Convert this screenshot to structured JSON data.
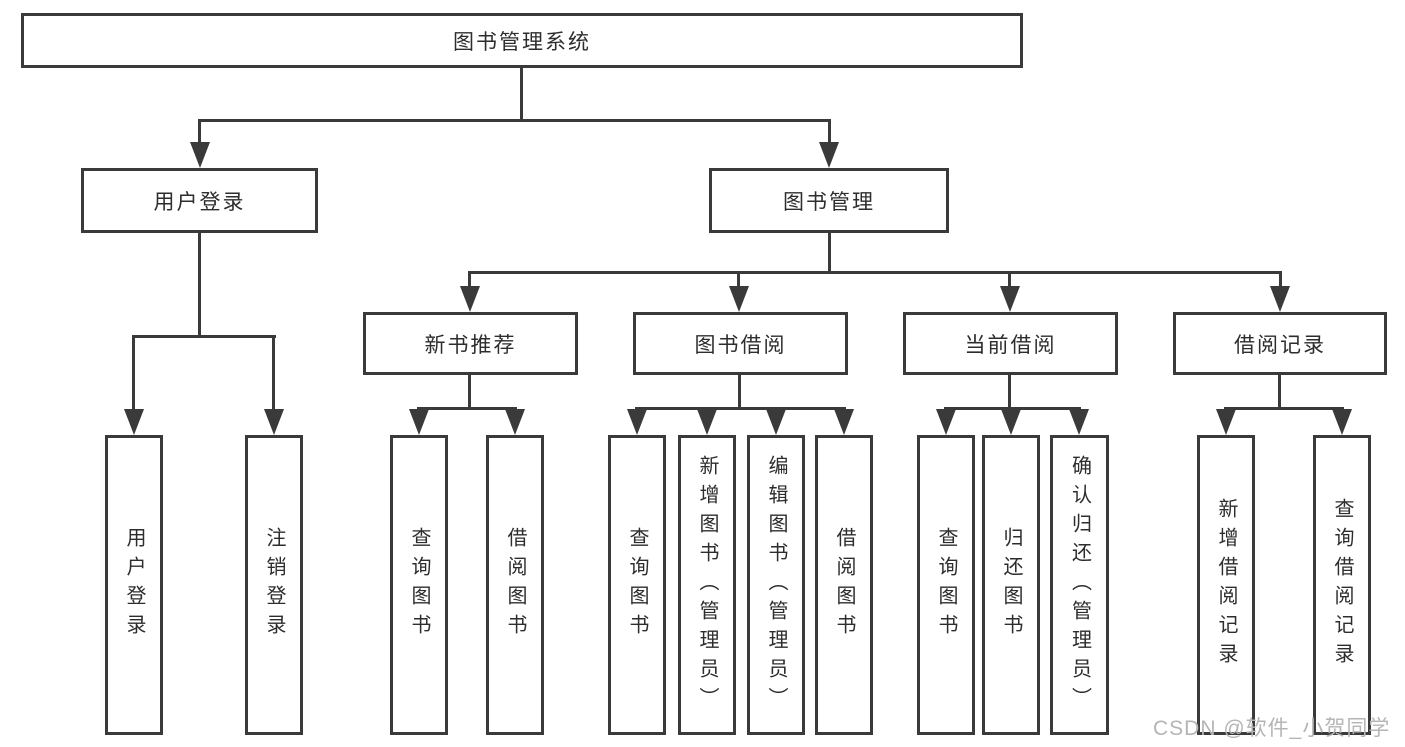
{
  "title": "图书管理系统",
  "watermark": "CSDN @软件_小贺同学",
  "level2": {
    "user_login": "用户登录",
    "book_management": "图书管理"
  },
  "level3": {
    "new_book_recommend": "新书推荐",
    "book_borrowing": "图书借阅",
    "current_borrowing": "当前借阅",
    "borrowing_records": "借阅记录"
  },
  "leaves": {
    "user_login": [
      "用户登录",
      "注销登录"
    ],
    "new_book_recommend": [
      "查询图书",
      "借阅图书"
    ],
    "book_borrowing": [
      "查询图书",
      "新增图书（管理员）",
      "编辑图书（管理员）",
      "借阅图书"
    ],
    "current_borrowing": [
      "查询图书",
      "归还图书",
      "确认归还（管理员）"
    ],
    "borrowing_records": [
      "新增借阅记录",
      "查询借阅记录"
    ]
  },
  "colors": {
    "line": "#3a3a3a",
    "text": "#2d2d2d",
    "watermark": "#b5b5b5",
    "background": "#ffffff"
  }
}
